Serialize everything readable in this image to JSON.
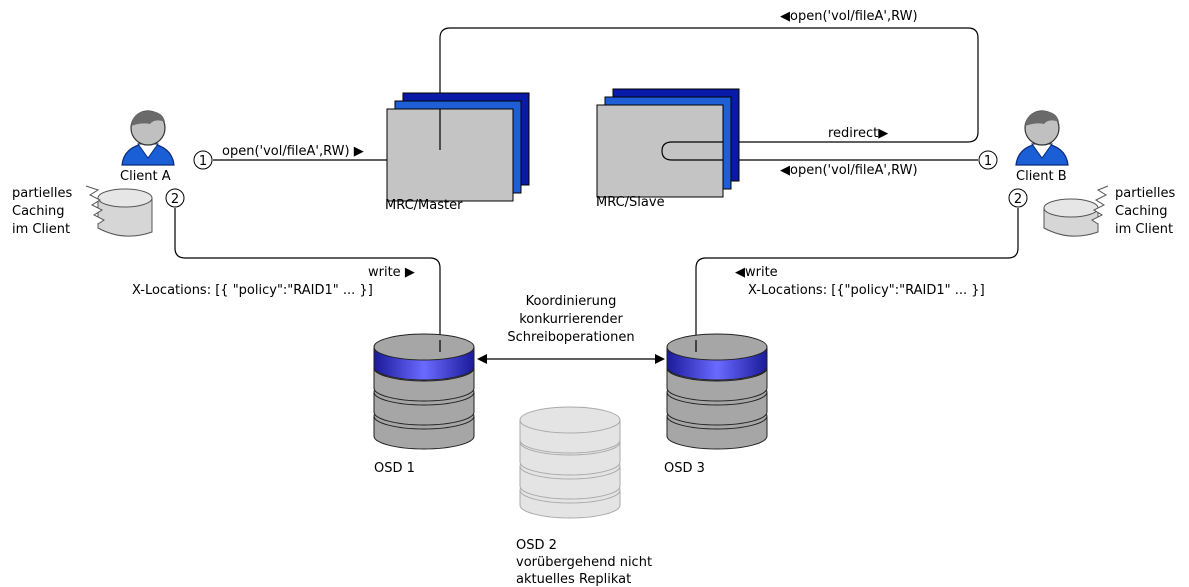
{
  "client_a": {
    "name": "Client A",
    "cache_label": [
      "partielles",
      "Caching",
      "im Client"
    ]
  },
  "client_b": {
    "name": "Client B",
    "cache_label": [
      "partielles",
      "Caching",
      "im Client"
    ]
  },
  "steps": {
    "one": "1",
    "two": "2"
  },
  "mrc_master": {
    "label": "MRC/Master"
  },
  "mrc_slave": {
    "label": "MRC/Slave"
  },
  "messages": {
    "open_a": "open('vol/fileA',RW) ▶",
    "open_top": "◀open('vol/fileA',RW)",
    "redirect": "redirect▶",
    "open_b": "◀open('vol/fileA',RW)",
    "write_a": "write ▶",
    "xloc_a": "X-Locations: [{ \"policy\":\"RAID1\" ... }]",
    "write_b": "◀write",
    "xloc_b": "X-Locations: [{\"policy\":\"RAID1\" ... }]"
  },
  "coordination": [
    "Koordinierung",
    "konkurrierender",
    "Schreiboperationen"
  ],
  "osd1": {
    "label": "OSD 1"
  },
  "osd2": {
    "label": [
      "OSD 2",
      "vorübergehend nicht",
      "aktuelles Replikat"
    ]
  },
  "osd3": {
    "label": "OSD 3"
  },
  "colors": {
    "dark_blue": "#0a1aa8",
    "mid_blue": "#1e5fd8",
    "panel_grey": "#c4c4c4",
    "osd_grey": "#a6a6a6",
    "osd_stale": "#e4e4e4",
    "disk_blue": "#3a3ad0",
    "user_blue": "#1a5fd6"
  }
}
